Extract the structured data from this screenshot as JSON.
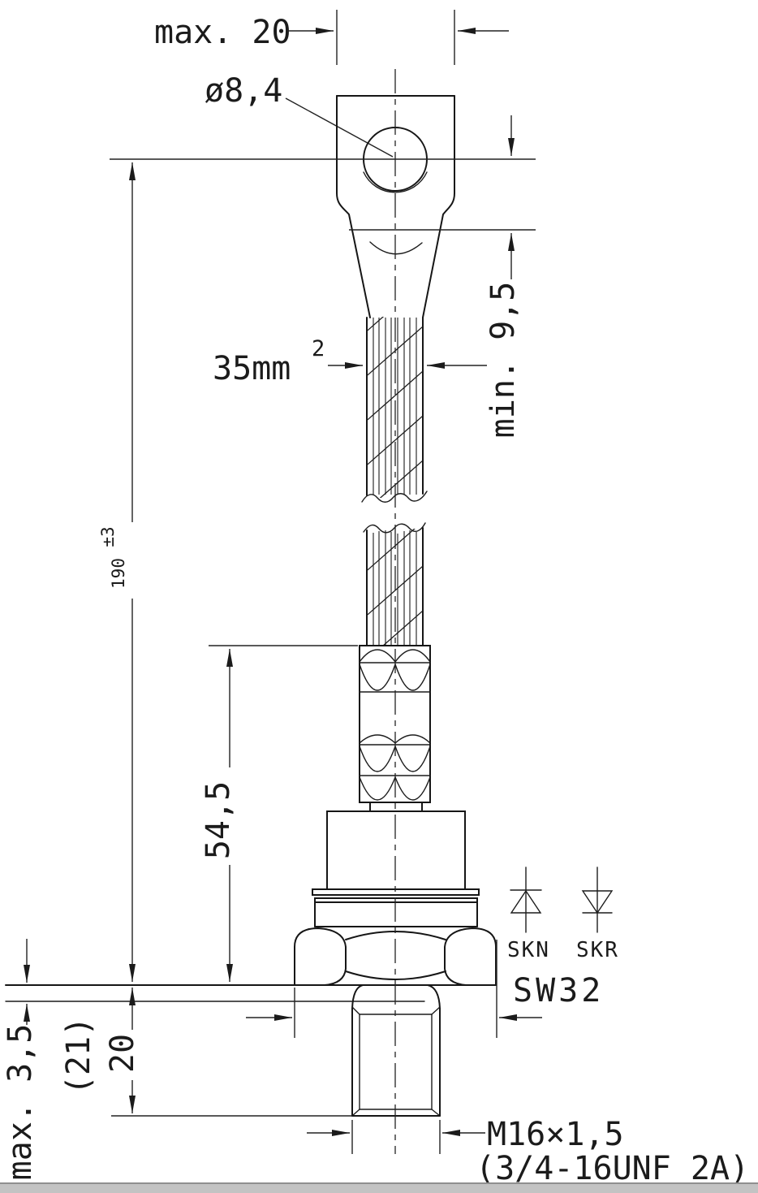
{
  "drawing": {
    "component": "stud diode with flexible cable terminal",
    "colors": {
      "line": "#161616",
      "background": "#ffffff",
      "bottom_bar": "#c3c3c3",
      "bottom_bar_edge": "#8f8f8f"
    }
  },
  "labels": {
    "lug_width_max": "max. 20",
    "hole_diameter": "ø8,4",
    "cable_area": "35mm",
    "cable_area_exp": "2",
    "crimp_min_depth": "min. 9,5",
    "overall_length": "190",
    "overall_length_tol": "±3",
    "ferrule_to_seat": "54,5",
    "diode_forward": "SKN",
    "diode_reverse": "SKR",
    "wrench_size": "SW32",
    "mount_thickness": "max. 3,5",
    "stud_length_alt": "(21)",
    "stud_length": "20",
    "thread_metric": "M16×1,5",
    "thread_unf": "(3/4-16UNF 2A)"
  }
}
